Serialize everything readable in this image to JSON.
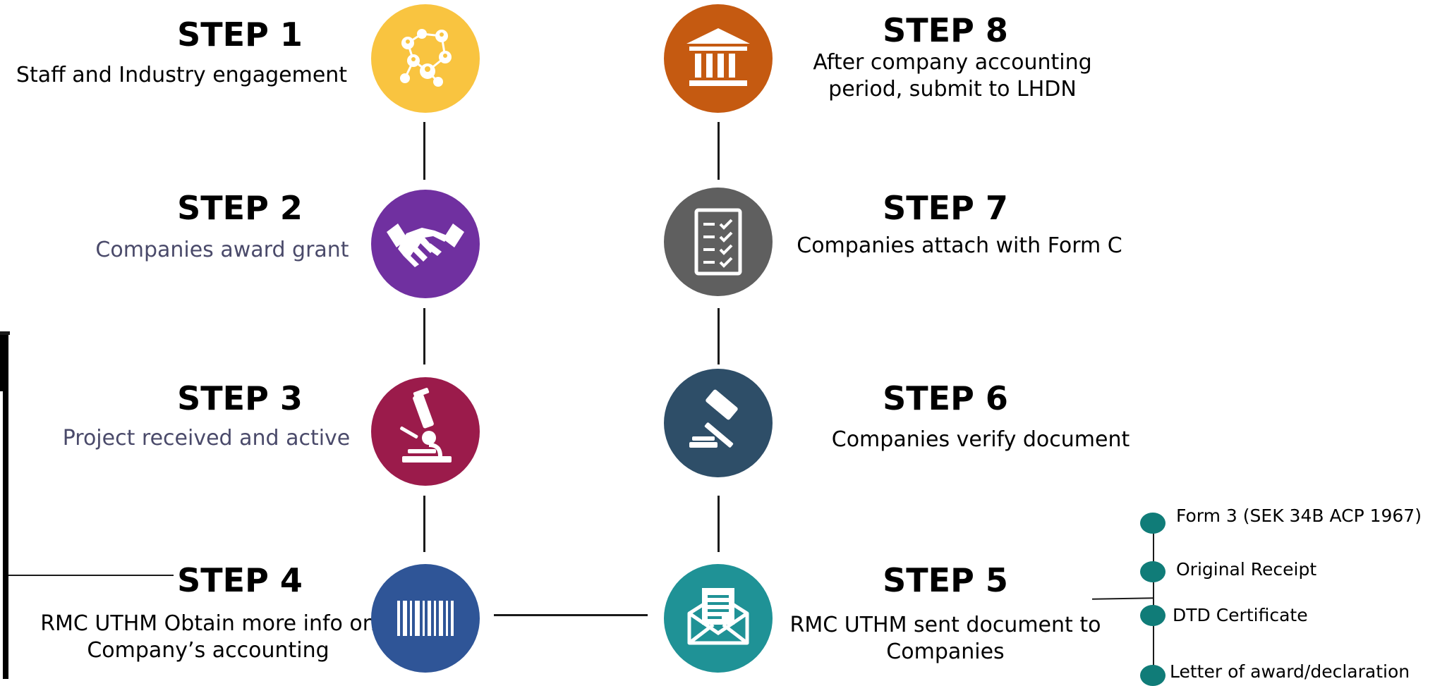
{
  "steps": [
    {
      "title": "STEP 1",
      "desc": "Staff and Industry engagement",
      "icon": "network-people-icon",
      "color": "#f9c440"
    },
    {
      "title": "STEP 2",
      "desc": "Companies award grant",
      "icon": "handshake-icon",
      "color": "#7030a0"
    },
    {
      "title": "STEP 3",
      "desc": "Project received and active",
      "icon": "microscope-icon",
      "color": "#9b1b4b"
    },
    {
      "title": "STEP 4",
      "desc_line1": "RMC UTHM Obtain more info on",
      "desc_line2": "Company’s accounting",
      "icon": "barcode-icon",
      "color": "#2f5597"
    },
    {
      "title": "STEP 5",
      "desc_line1": "RMC UTHM sent document to",
      "desc_line2": "Companies",
      "icon": "envelope-document-icon",
      "color": "#1f9296"
    },
    {
      "title": "STEP 6",
      "desc": "Companies verify document",
      "icon": "gavel-icon",
      "color": "#2e4e68"
    },
    {
      "title": "STEP 7",
      "desc": "Companies attach with Form C",
      "icon": "checklist-icon",
      "color": "#5f5f5f"
    },
    {
      "title": "STEP 8",
      "desc_line1": "After company accounting",
      "desc_line2": "period, submit to LHDN",
      "icon": "bank-building-icon",
      "color": "#c55a11"
    }
  ],
  "documents": [
    "Form 3 (SEK 34B ACP 1967)",
    "Original Receipt",
    "DTD Certificate",
    "Letter of award/declaration"
  ],
  "colors": {
    "dot": "#107c78",
    "line": "#1a1a1a"
  }
}
